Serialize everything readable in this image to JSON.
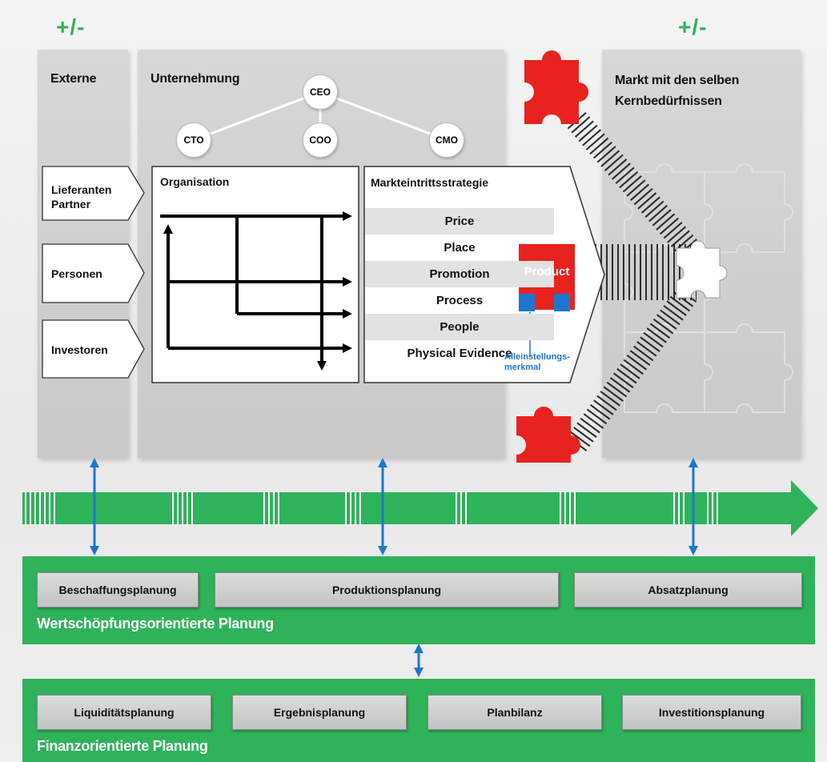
{
  "plus_minus_left": "+/-",
  "plus_minus_right": "+/-",
  "externe": {
    "title": "Externe",
    "items": [
      "Lieferanten Partner",
      "Personen",
      "Investoren"
    ]
  },
  "unternehmung": {
    "title": "Unternehmung",
    "org": {
      "ceo": "CEO",
      "cto": "CTO",
      "coo": "COO",
      "cmo": "CMO"
    },
    "organisation_label": "Organisation"
  },
  "strategy": {
    "title": "Markteintrittsstrategie",
    "items": [
      "Price",
      "Place",
      "Promotion",
      "Process",
      "People",
      "Physical Evidence"
    ],
    "product": "Product",
    "usp": "Alleinstellungs-merkmal"
  },
  "markt": {
    "title": "Markt mit den selben Kernbedürfnissen"
  },
  "wertschoepfung": {
    "label": "Wertschöpfungsorientierte Planung",
    "buttons": [
      "Beschaffungsplanung",
      "Produktionsplanung",
      "Absatzplanung"
    ]
  },
  "finanz": {
    "label": "Finanzorientierte Planung",
    "buttons": [
      "Liquiditätsplanung",
      "Ergebnisplanung",
      "Planbilanz",
      "Investitionsplanung"
    ]
  },
  "colors": {
    "green": "#2eb35a",
    "red": "#e8231f",
    "blue": "#1d76cf",
    "panel": "#cfcfcf"
  }
}
